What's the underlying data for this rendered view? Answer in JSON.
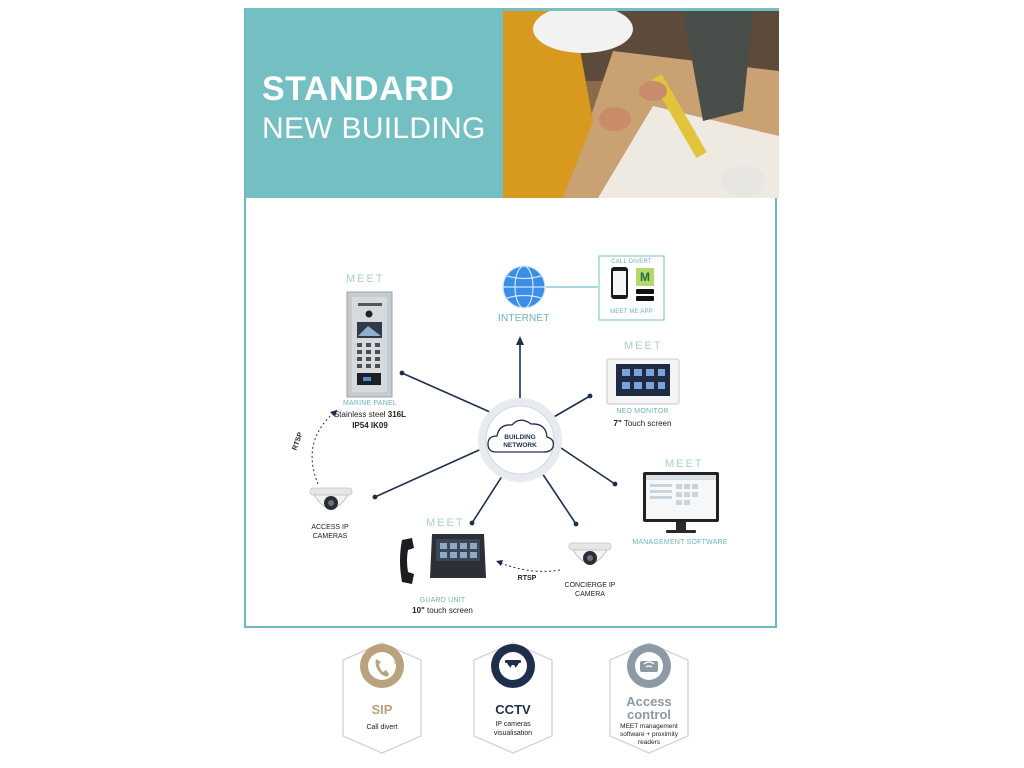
{
  "header": {
    "title_strong": "STANDARD",
    "title_light": "NEW BUILDING"
  },
  "colors": {
    "teal": "#73bfc2",
    "navy": "#1f2e4b",
    "gold": "#b9a27d",
    "grey": "#8e99a6",
    "label_teal": "#6fb3b8"
  },
  "brand": "MEET",
  "nodes": {
    "center": {
      "line1": "BUILDING",
      "line2": "NETWORK"
    },
    "internet": {
      "label": "INTERNET"
    },
    "app": {
      "top": "CALL DIVERT",
      "bottom": "MEET ME APP"
    },
    "panel": {
      "name": "MARINE PANEL",
      "line1_pre": "Stainless steel ",
      "line1_bold": "316L",
      "line2": "IP54 IK09"
    },
    "monitor": {
      "name": "NEO MONITOR",
      "line_bold": "7\"",
      "line_rest": " Touch screen"
    },
    "software": {
      "name": "MANAGEMENT SOFTWARE"
    },
    "access_camera": {
      "line1": "ACCESS IP",
      "line2": "CAMERAS"
    },
    "guard": {
      "name": "GUARD UNIT",
      "line_bold": "10\"",
      "line_rest": " touch screen"
    },
    "concierge_camera": {
      "line1": "CONCIERGE IP",
      "line2": "CAMERA"
    },
    "rtsp_left": "RTSP",
    "rtsp_bottom": "RTSP"
  },
  "badges": [
    {
      "title": "SIP",
      "desc": "Call divert",
      "icon": "phone-icon",
      "sub": "SIP"
    },
    {
      "title": "CCTV",
      "desc_l1": "IP cameras",
      "desc_l2": "visualisation",
      "icon": "camera-icon"
    },
    {
      "title_l1": "Access",
      "title_l2": "control",
      "desc_l1": "MEET management",
      "desc_l2": "software + proximity",
      "desc_l3": "readers",
      "icon": "card-reader-icon"
    }
  ]
}
